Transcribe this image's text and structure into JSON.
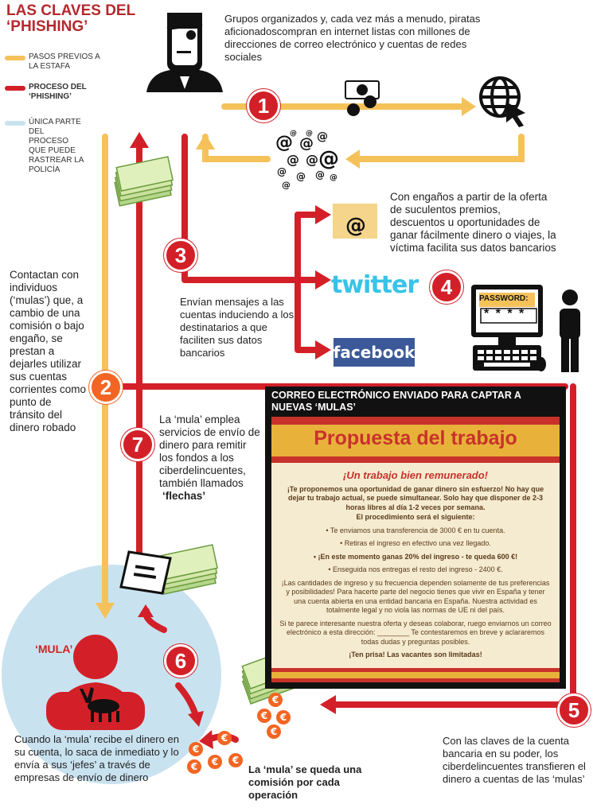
{
  "title": "LAS CLAVES DEL ‘PHISHING’",
  "legend": [
    {
      "label": "PASOS PREVIOS A LA ESTAFA",
      "color": "#f5c25a"
    },
    {
      "label": "PROCESO DEL ‘PHISHING’",
      "color": "#d32028"
    },
    {
      "label": "ÚNICA PARTE DEL PROCESO QUE PUEDE RASTREAR LA POLICÍA",
      "color": "#c9e2f0"
    }
  ],
  "steps": {
    "s1": "1",
    "s2": "2",
    "s3": "3",
    "s4": "4",
    "s5": "5",
    "s6": "6",
    "s7": "7"
  },
  "texts": {
    "pirates": "Grupos organizados y, cada vez más a menudo, piratas aficionadoscompran en internet listas con millones de direcciones de correo electrónico y cuentas de redes sociales",
    "engano": "Con engaños a partir de la oferta de suculentos premios, descuentos u oportunidades de ganar fácilmente dinero o viajes, la víctima facilita sus datos bancarios",
    "envian": "Envían mensajes a las cuentas induciendo a los destinatarios a que faciliten sus datos bancarios",
    "contactan": "Contactan con individuos (‘mulas’) que, a cambio de una comisión o bajo engaño, se prestan a dejarles utilizar sus cuentas corrientes como punto de tránsito del dinero robado",
    "mula_emplea": "La ‘mula’ emplea servicios de envío de dinero para remitir los fondos a los ciberdelincuentes, también llamados",
    "flechas": "‘flechas’",
    "cuando": "Cuando la ‘mula’ recibe el dinero en su cuenta, lo saca de inmediato y lo envía a sus ‘jefes’ a través de empresas de envío de dinero",
    "comision": "La ‘mula’ se queda una comisión por cada operación",
    "claves": "Con las claves de la cuenta bancaria en su poder, los ciberdelincuentes transfieren el dinero a cuentas de las ‘mulas’",
    "mula_label": "‘MULA’"
  },
  "social": {
    "twitter": "twitter",
    "facebook": "facebook",
    "password_label": "PASSWORD:",
    "password_mask": "* * * *"
  },
  "email_panel": {
    "title": "CORREO ELECTRÓNICO ENVIADO PARA CAPTAR A NUEVAS ‘MULAS’",
    "heading": "Propuesta del trabajo",
    "subtitle": "¡Un trabajo bien remunerado!",
    "p1": "¡Te proponemos una oportunidad de ganar dinero sin esfuerzo! No hay que dejar tu trabajo actual, se puede simultanear. Solo hay que disponer de 2-3 horas libres al día 1-2 veces por semana.",
    "p1b": "El procedimiento será el siguiente:",
    "b1": "Te enviamos una transferencia de 3000 € en tu cuenta.",
    "b2": "Retiras el ingreso en efectivo una vez llegado.",
    "b3": "¡En este momento ganas 20% del ingreso - te queda 600 €!",
    "b4": "Enseguida nos entregas el resto del ingreso - 2400 €.",
    "p2": "¡Las cantidades de ingreso y su frecuencia dependen solamente de tus preferencias y posibilidades! Para hacerte parte del negocio tienes que vivir en España y tener una cuenta abierta en una entidad bancaria en España. Nuestra actividad es totalmente legal y no viola las normas de UE ni del país.",
    "p3": "Si te parece interesante nuestra oferta y deseas colaborar, ruego enviarnos un correo electrónico a esta dirección: ________ Te contestaremos en breve y aclararemos todas dudas y preguntas posibles.",
    "p4": "¡Ten prisa! Las vacantes son limitadas!"
  }
}
